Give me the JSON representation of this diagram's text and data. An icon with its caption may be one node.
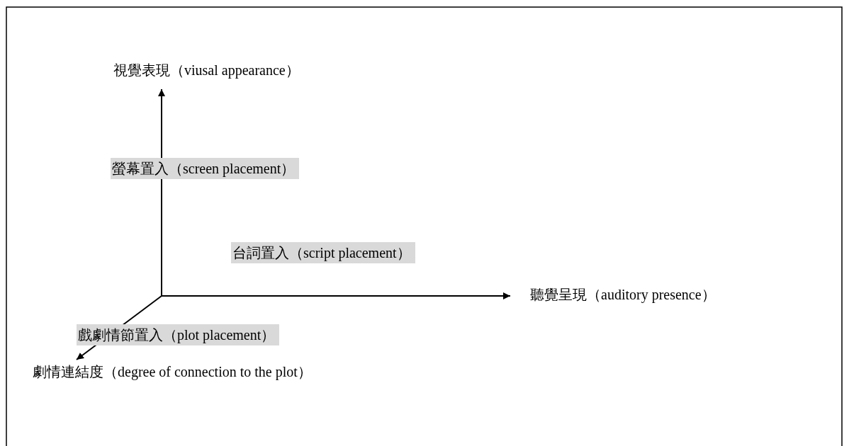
{
  "diagram": {
    "nodes": [
      {
        "text": [
          "視覺表現（viusal appearance）"
        ]
      },
      {
        "text": [
          "聽覺呈現（auditory presence）"
        ]
      },
      {
        "text": [
          "劇情連結度（degree of connection to the plot）"
        ]
      }
    ],
    "edges": [
      {
        "from": null,
        "to": 0,
        "arrow": "to",
        "label": "螢幕置入（screen placement）"
      },
      {
        "from": null,
        "to": 1,
        "arrow": "to"
      },
      {
        "from": null,
        "to": 2,
        "arrow": "to",
        "label": "戲劇情節置入（plot placement）"
      }
    ],
    "labels": [
      "台詞置入（script placement）"
    ]
  }
}
